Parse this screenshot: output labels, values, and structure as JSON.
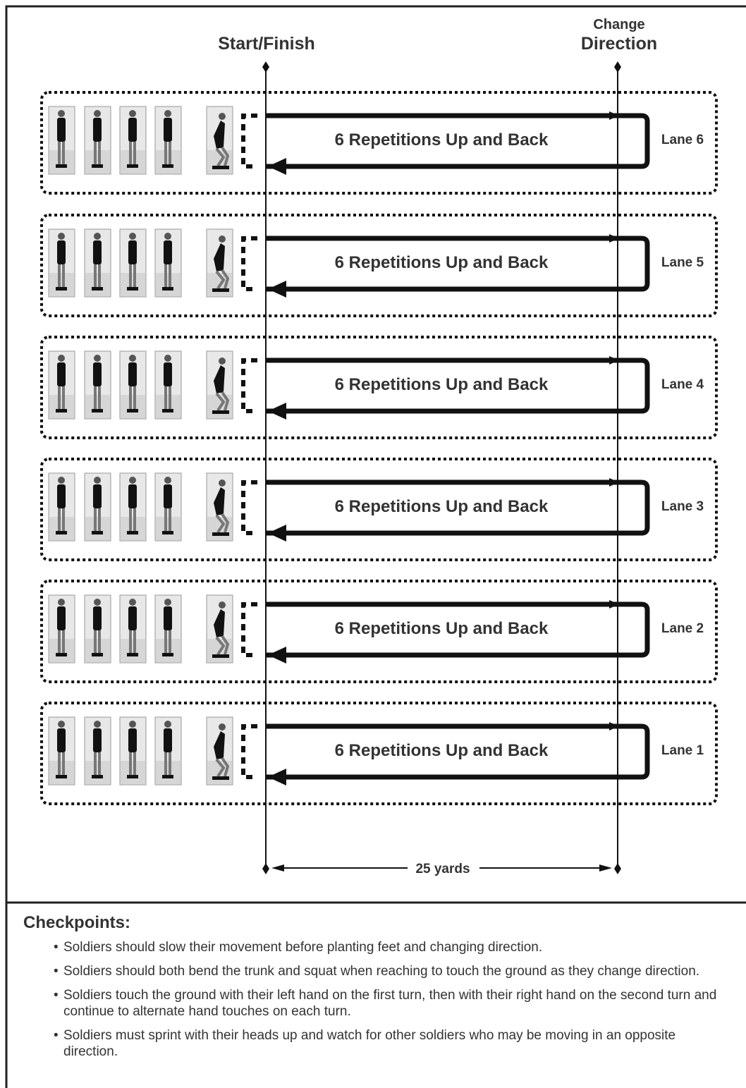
{
  "header": {
    "start_finish": "Start/Finish",
    "change": "Change",
    "direction": "Direction"
  },
  "lanes": [
    {
      "label": "Lane 6",
      "text": "6 Repetitions Up and Back"
    },
    {
      "label": "Lane 5",
      "text": "6 Repetitions Up and Back"
    },
    {
      "label": "Lane 4",
      "text": "6 Repetitions Up and Back"
    },
    {
      "label": "Lane 3",
      "text": "6 Repetitions Up and Back"
    },
    {
      "label": "Lane 2",
      "text": "6 Repetitions Up and Back"
    },
    {
      "label": "Lane 1",
      "text": "6 Repetitions Up and Back"
    }
  ],
  "soldier_icons": [
    "soldier-standing-icon",
    "soldier-standing-icon",
    "soldier-standing-icon",
    "soldier-standing-icon",
    "soldier-crouching-icon"
  ],
  "distance": "25 yards",
  "checkpoints": {
    "title": "Checkpoints:",
    "items": [
      "Soldiers should slow their movement before planting feet and changing direction.",
      "Soldiers should both bend the trunk and squat when reaching to touch the ground as they change direction.",
      "Soldiers touch the ground with their left hand on the first turn, then with their right hand on the second turn and continue to alternate hand touches on each turn.",
      "Soldiers must sprint with their heads up and watch for other soldiers who may be moving in an opposite direction."
    ]
  },
  "colors": {
    "line": "#111111",
    "text": "#333333",
    "frame": "#222222",
    "photo_bg": "#e8e8e8"
  }
}
